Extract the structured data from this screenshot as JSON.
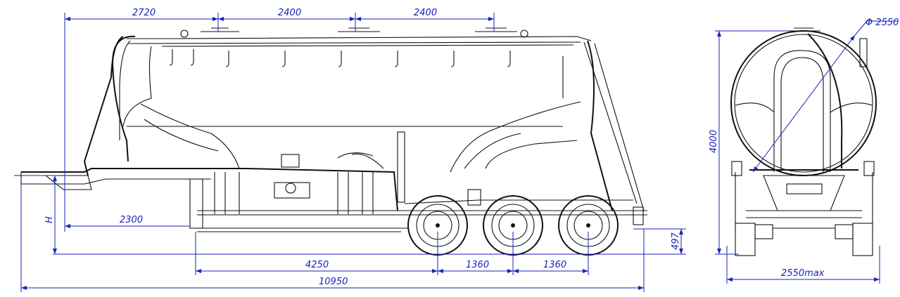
{
  "dimensions": {
    "side": {
      "d2720": "2720",
      "d2400a": "2400",
      "d2400b": "2400",
      "d2300": "2300",
      "h": "H",
      "d497": "497",
      "d4250": "4250",
      "d1360a": "1360",
      "d1360b": "1360",
      "d10950": "10950"
    },
    "rear": {
      "diameter": "Φ 2550",
      "height": "4000",
      "width": "2550max"
    }
  },
  "colors": {
    "dimension": "#1a23b8",
    "drawing": "#111111",
    "background": "#ffffff"
  }
}
